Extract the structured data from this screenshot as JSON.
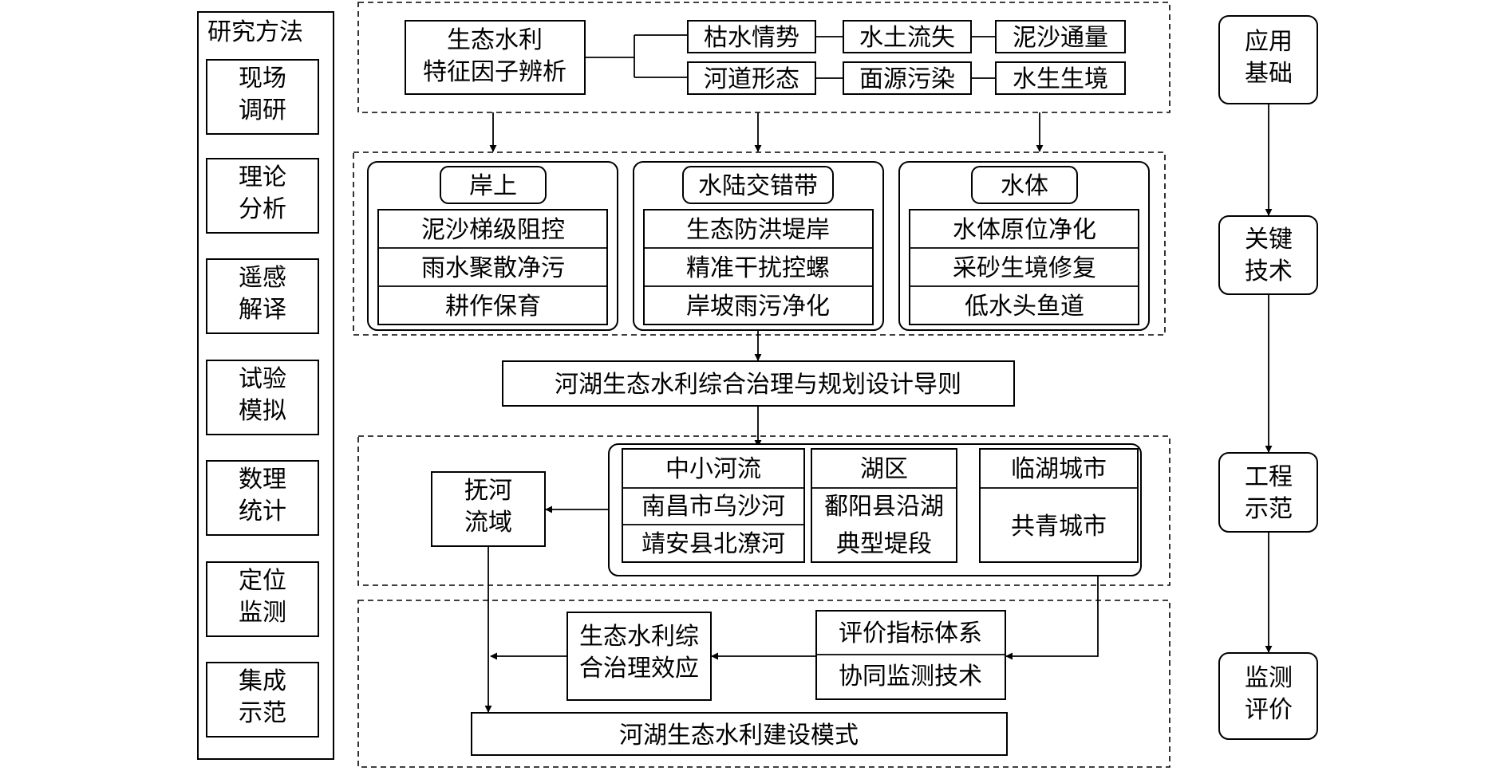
{
  "methods": {
    "title": "研究方法",
    "items": [
      [
        "现场",
        "调研"
      ],
      [
        "理论",
        "分析"
      ],
      [
        "遥感",
        "解译"
      ],
      [
        "试验",
        "模拟"
      ],
      [
        "数理",
        "统计"
      ],
      [
        "定位",
        "监测"
      ],
      [
        "集成",
        "示范"
      ]
    ]
  },
  "factors": {
    "main": [
      "生态水利",
      "特征因子辨析"
    ],
    "row1": [
      "枯水情势",
      "水土流失",
      "泥沙通量"
    ],
    "row2": [
      "河道形态",
      "面源污染",
      "水生生境"
    ]
  },
  "zones": [
    {
      "title": "岸上",
      "items": [
        "泥沙梯级阻控",
        "雨水聚散净污",
        "耕作保育"
      ]
    },
    {
      "title": "水陆交错带",
      "items": [
        "生态防洪堤岸",
        "精准干扰控螺",
        "岸坡雨污净化"
      ]
    },
    {
      "title": "水体",
      "items": [
        "水体原位净化",
        "采砂生境修复",
        "低水头鱼道"
      ]
    }
  ],
  "guideline": "河湖生态水利综合治理与规划设计导则",
  "demo": {
    "basin": [
      "抚河",
      "流域"
    ],
    "columns": [
      {
        "header": "中小河流",
        "items": [
          "南昌市乌沙河",
          "靖安县北潦河"
        ]
      },
      {
        "header": "湖区",
        "items": [
          "鄱阳县沿湖",
          "典型堤段"
        ]
      },
      {
        "header": "临湖城市",
        "items": [
          "共青城市"
        ]
      }
    ]
  },
  "evaluation": {
    "items": [
      "评价指标体系",
      "协同监测技术"
    ],
    "effect": [
      "生态水利综",
      "合治理效应"
    ]
  },
  "model": "河湖生态水利建设模式",
  "stages": [
    [
      "应用",
      "基础"
    ],
    [
      "关键",
      "技术"
    ],
    [
      "工程",
      "示范"
    ],
    [
      "监测",
      "评价"
    ]
  ]
}
